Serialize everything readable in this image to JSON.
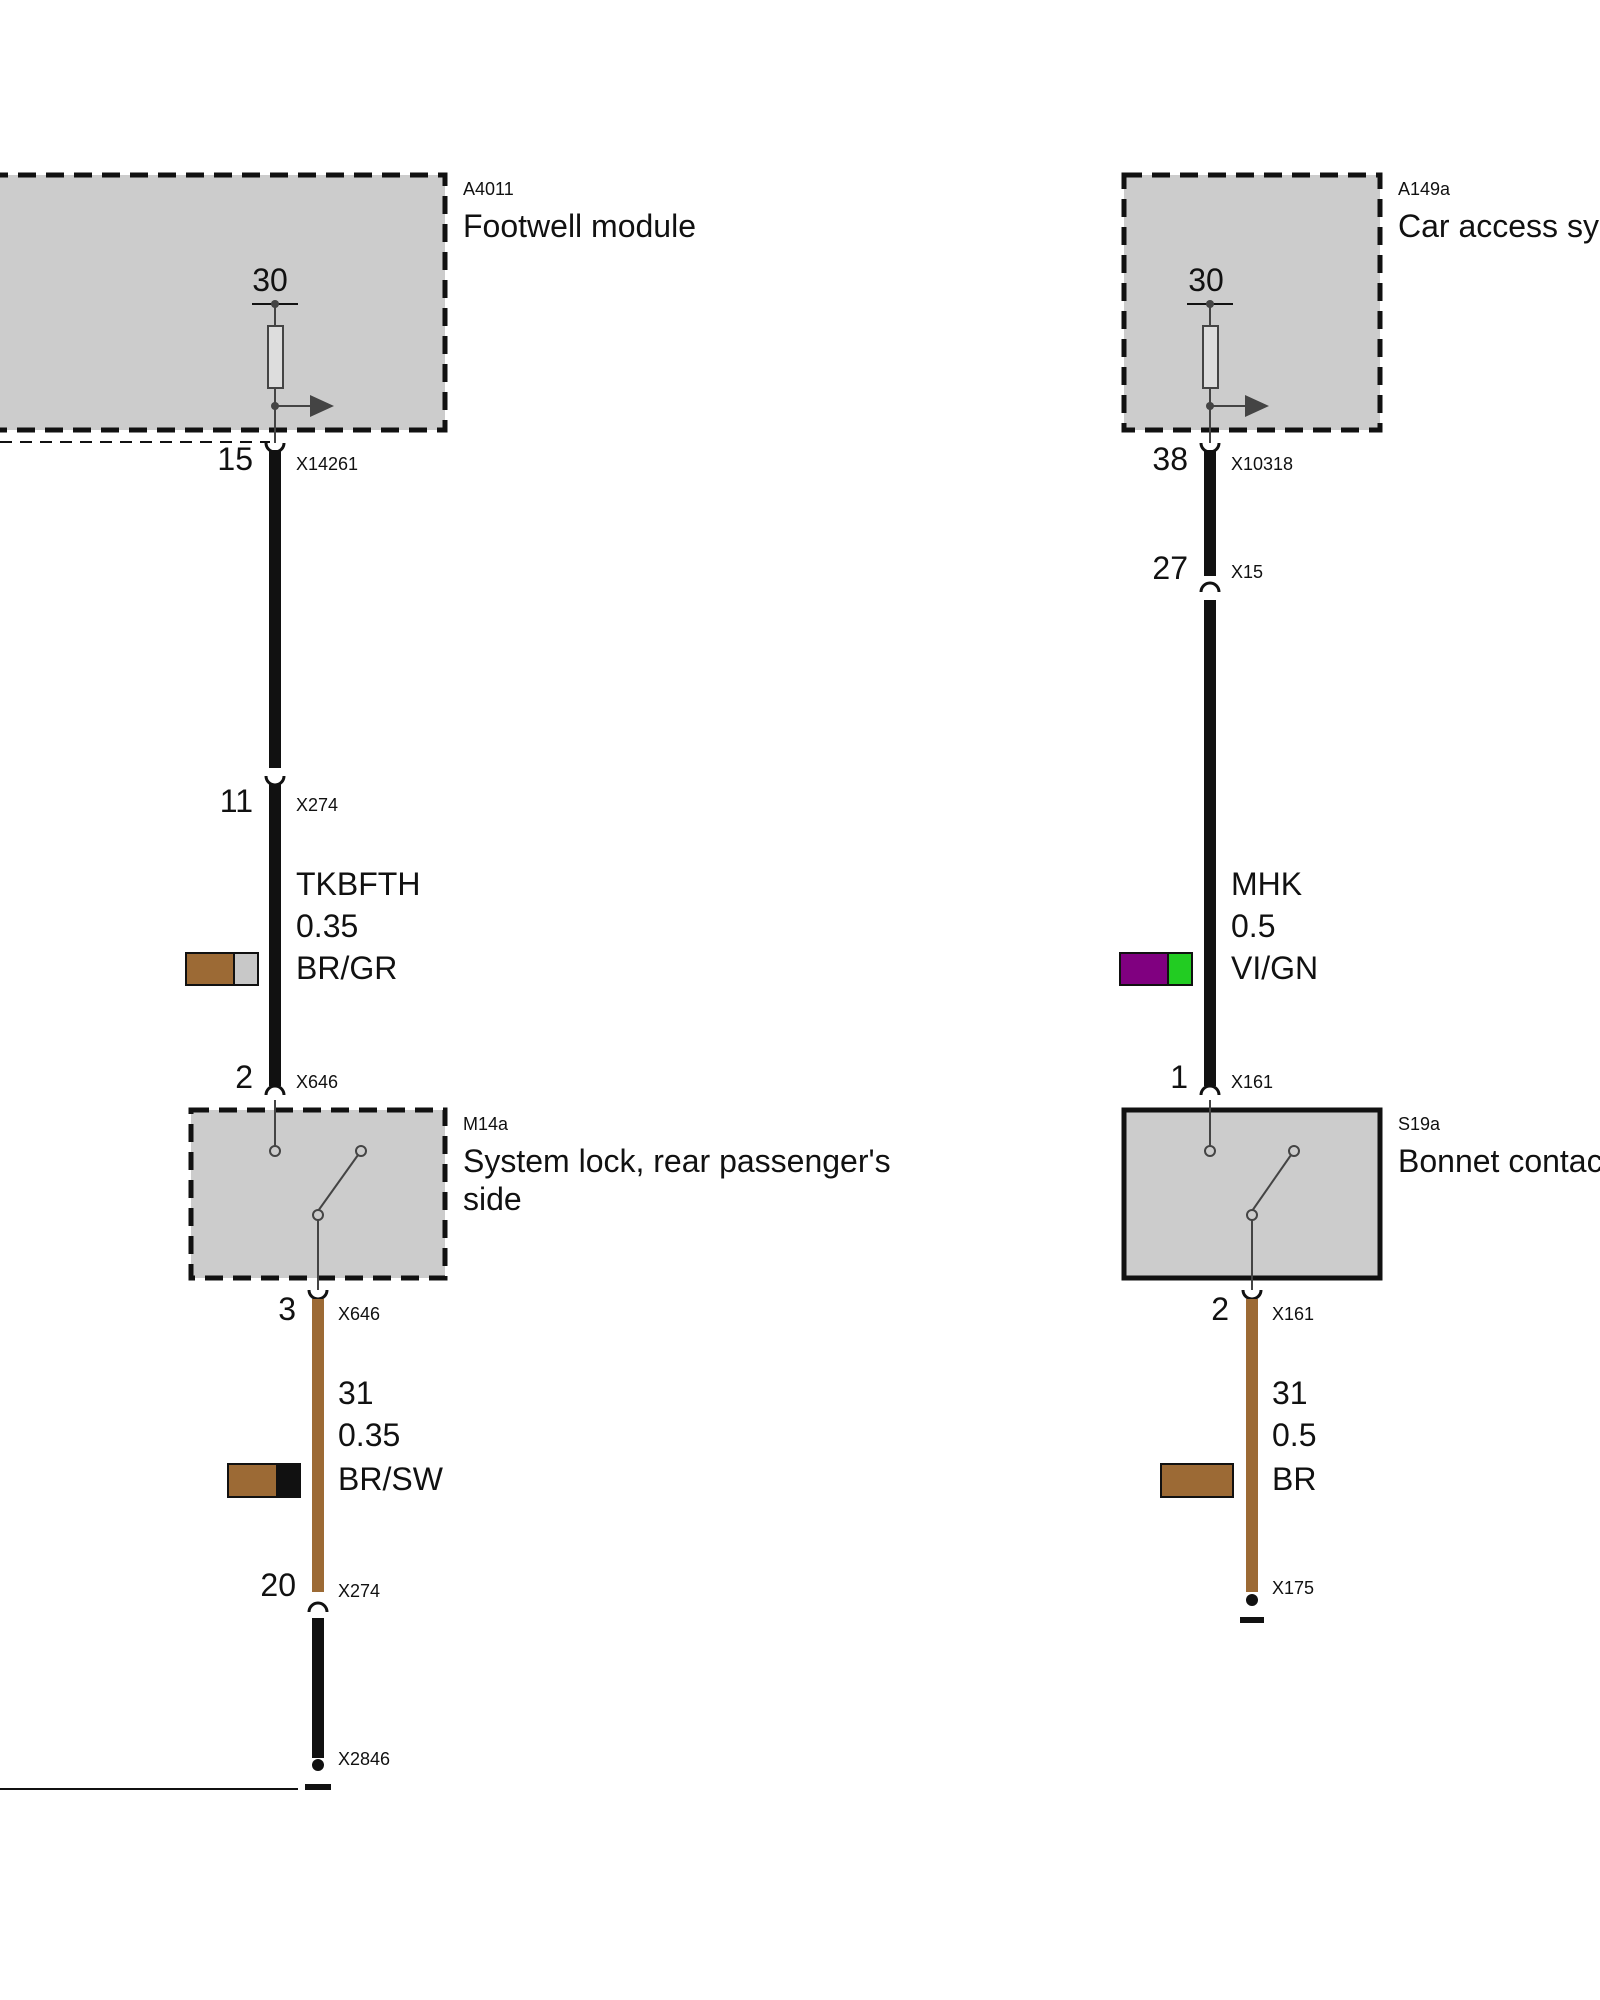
{
  "components": {
    "footwell": {
      "id": "A4011",
      "name": "Footwell module",
      "terminal": "30"
    },
    "car_access": {
      "id": "A149a",
      "name": "Car access sy",
      "terminal": "30"
    },
    "system_lock": {
      "id": "M14a",
      "name_line1": "System lock, rear passenger's",
      "name_line2": "side"
    },
    "bonnet": {
      "id": "S19a",
      "name": "Bonnet contac"
    }
  },
  "left_circuit": {
    "c1": {
      "pin": "15",
      "connector": "X14261"
    },
    "c2": {
      "pin": "11",
      "connector": "X274"
    },
    "wire1": {
      "signal": "TKBFTH",
      "gauge": "0.35",
      "color_code": "BR/GR",
      "swatch": [
        "#9c6a35",
        "#c8c8c8"
      ]
    },
    "c3": {
      "pin": "2",
      "connector": "X646"
    },
    "c4": {
      "pin": "3",
      "connector": "X646"
    },
    "wire2": {
      "signal": "31",
      "gauge": "0.35",
      "color_code": "BR/SW",
      "swatch": [
        "#9c6a35",
        "#111111"
      ]
    },
    "c5": {
      "pin": "20",
      "connector": "X274"
    },
    "ground": {
      "connector": "X2846"
    }
  },
  "right_circuit": {
    "c1": {
      "pin": "38",
      "connector": "X10318"
    },
    "c2": {
      "pin": "27",
      "connector": "X15"
    },
    "wire1": {
      "signal": "MHK",
      "gauge": "0.5",
      "color_code": "VI/GN",
      "swatch": [
        "#800080",
        "#22cc22"
      ]
    },
    "c3": {
      "pin": "1",
      "connector": "X161"
    },
    "c4": {
      "pin": "2",
      "connector": "X161"
    },
    "wire2": {
      "signal": "31",
      "gauge": "0.5",
      "color_code": "BR",
      "swatch": [
        "#9c6a35"
      ]
    },
    "ground": {
      "connector": "X175"
    }
  },
  "colors": {
    "box_fill": "#cccccc",
    "wire_black": "#111111",
    "wire_brown": "#9c6a35"
  }
}
